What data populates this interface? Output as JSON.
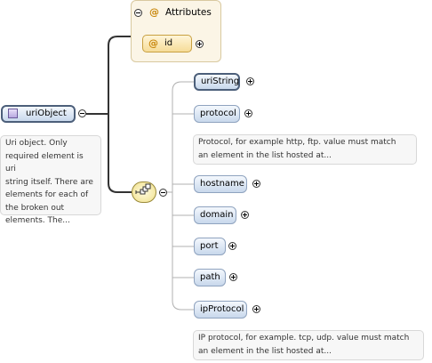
{
  "root": {
    "name": "uriObject",
    "note": [
      "Uri object. Only",
      "required element is uri",
      "string itself. There are",
      "elements for each of",
      "the broken out",
      "elements. The..."
    ]
  },
  "attributes": {
    "title": "Attributes",
    "symbol": "@",
    "items": [
      {
        "name": "id"
      }
    ]
  },
  "sequence": {
    "icon": "sequence-compositor-icon",
    "children": [
      {
        "name": "uriString",
        "required": true
      },
      {
        "name": "protocol",
        "required": false,
        "note": [
          "Protocol, for example http, ftp. value must match",
          "an element in the list hosted at..."
        ]
      },
      {
        "name": "hostname",
        "required": false
      },
      {
        "name": "domain",
        "required": false
      },
      {
        "name": "port",
        "required": false
      },
      {
        "name": "path",
        "required": false
      },
      {
        "name": "ipProtocol",
        "required": false,
        "note": [
          "IP protocol, for example. tcp, udp. value must match",
          "an element in the list hosted at..."
        ]
      }
    ]
  }
}
